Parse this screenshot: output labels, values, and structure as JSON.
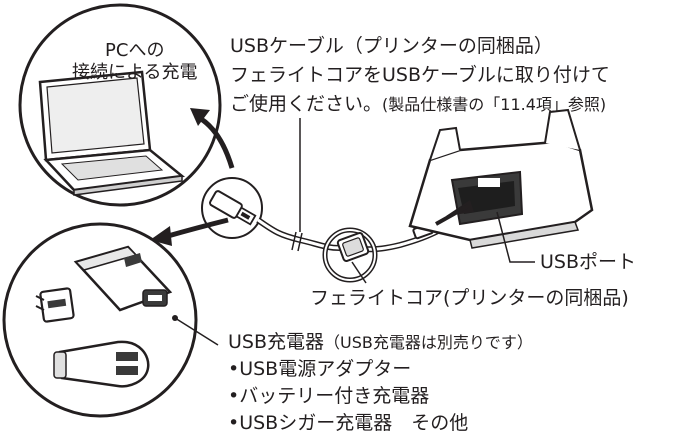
{
  "pc_circle": {
    "line1": "PCへの",
    "line2": "接続による充電"
  },
  "usb_cable": {
    "line1": "USBケーブル（プリンターの同梱品）",
    "line2": "フェライトコアをUSBケーブルに取り付けて",
    "line3_main": "ご使用ください。",
    "line3_ref": "(製品仕様書の「11.4項」参照)"
  },
  "usb_port_label": "USBポート",
  "ferrite_core_label": "フェライトコア(プリンターの同梱品)",
  "usb_charger": {
    "title_main": "USB充電器",
    "title_note": "（USB充電器は別売りです）",
    "items": [
      "•USB電源アダプター",
      "•バッテリー付き充電器",
      "•USBシガー充電器　その他"
    ]
  },
  "colors": {
    "line": "#231f20",
    "device_fill": "#ffffff",
    "shade": "#d9d9d9",
    "dark": "#3a3a3a",
    "accent": "#c0392b"
  }
}
